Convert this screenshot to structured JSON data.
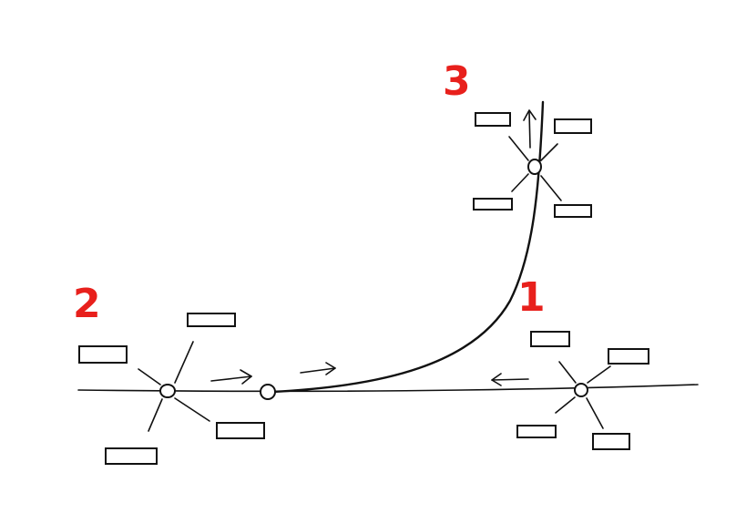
{
  "labels": {
    "one": "1",
    "two": "2",
    "three": "3"
  },
  "colors": {
    "label": "#e8201c",
    "ink": "#111111"
  }
}
